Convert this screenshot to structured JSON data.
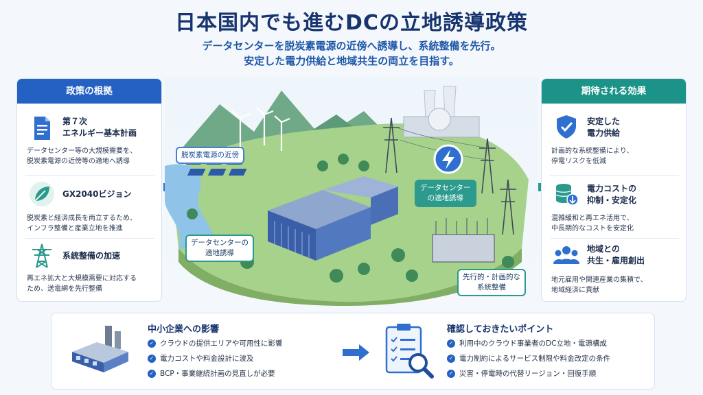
{
  "header": {
    "title": "日本国内でも進むDCの立地誘導政策",
    "subtitle_line1": "データセンターを脱炭素電源の近傍へ誘導し、系統整備を先行。",
    "subtitle_line2": "安定した電力供給と地域共生の両立を目指す。"
  },
  "left_panel": {
    "heading": "政策の根拠",
    "items": [
      {
        "icon": "document-icon",
        "title1": "第７次",
        "title2": "エネルギー基本計画",
        "desc1": "データセンター等の大規模需要を、",
        "desc2": "脱炭素電源の近傍等の適地へ誘導"
      },
      {
        "icon": "leaf-icon",
        "title1": "GX2040ビジョン",
        "title2": "",
        "desc1": "脱炭素と経済成長を両立するため、",
        "desc2": "インフラ整備と産業立地を推進"
      },
      {
        "icon": "power-tower-icon",
        "title1": "系統整備の加速",
        "title2": "",
        "desc1": "再エネ拡大と大規模需要に対応する",
        "desc2": "ため、送電網を先行整備"
      }
    ]
  },
  "right_panel": {
    "heading": "期待される効果",
    "items": [
      {
        "icon": "shield-check-icon",
        "title1": "安定した",
        "title2": "電力供給",
        "desc1": "計画的な系統整備により、",
        "desc2": "停電リスクを低減"
      },
      {
        "icon": "coins-icon",
        "title1": "電力コストの",
        "title2": "抑制・安定化",
        "desc1": "混雑緩和と再エネ活用で、",
        "desc2": "中長期的なコストを安定化"
      },
      {
        "icon": "people-icon",
        "title1": "地域との",
        "title2": "共生・雇用創出",
        "desc1": "地元雇用や関連産業の集積で、",
        "desc2": "地域経済に貢献"
      }
    ]
  },
  "scene": {
    "callout_decarb": "脱炭素電源の近傍",
    "callout_dc_site_a1": "データセンターの",
    "callout_dc_site_a2": "適地誘導",
    "callout_dc_site_b1": "データセンター",
    "callout_dc_site_b2": "の適地誘導",
    "callout_grid1": "先行的・計画的な",
    "callout_grid2": "系統整備"
  },
  "bottom": {
    "impact_heading": "中小企業への影響",
    "impact_items": [
      "クラウドの提供エリアや可用性に影響",
      "電力コストや料金設計に波及",
      "BCP・事業継続計画の見直しが必要"
    ],
    "check_heading": "確認しておきたいポイント",
    "check_items": [
      "利用中のクラウド事業者のDC立地・電源構成",
      "電力制約によるサービス制限や料金改定の条件",
      "災害・停電時の代替リージョン・回復手順"
    ]
  },
  "colors": {
    "navy": "#17346e",
    "blue": "#2461c2",
    "teal": "#1c9388"
  }
}
